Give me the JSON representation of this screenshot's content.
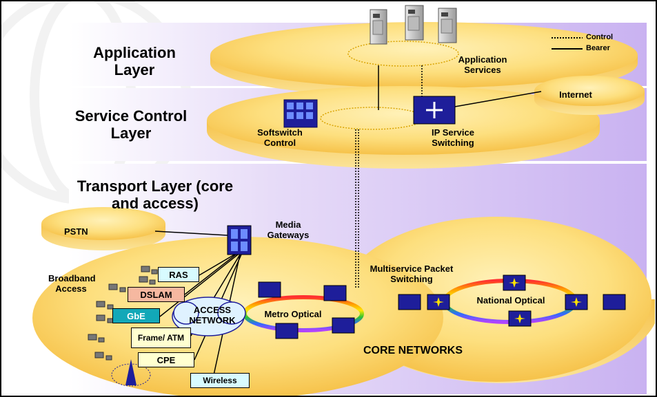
{
  "layers": {
    "application": "Application Layer",
    "service_control": "Service Control Layer",
    "transport": "Transport Layer (core and access)"
  },
  "legend": {
    "control": "Control",
    "bearer": "Bearer"
  },
  "labels": {
    "application_services": "Application Services",
    "internet": "Internet",
    "softswitch_control": "Softswitch Control",
    "ip_service_switching": "IP Service Switching",
    "pstn": "PSTN",
    "media_gateways": "Media Gateways",
    "multiservice_packet_switching": "Multiservice Packet Switching",
    "broadband_access": "Broadband Access",
    "access_network": "ACCESS NETWORK",
    "metro_optical": "Metro Optical",
    "national_optical": "National Optical",
    "core_networks": "CORE NETWORKS"
  },
  "access_boxes": {
    "ras": "RAS",
    "dslam": "DSLAM",
    "gbe": "GbE",
    "frame_atm": "Frame/ ATM",
    "cpe": "CPE",
    "wireless": "Wireless"
  },
  "colors": {
    "band": "#d9c8f5",
    "disc": "#fbd773",
    "disc_edge": "#e3a91f",
    "switch_blue": "#1e1e9a",
    "dslam": "#f6b8a0",
    "gbe": "#12a8b8",
    "access_cyan": "#d8fbff",
    "frame_yellow": "#ffffd0"
  }
}
